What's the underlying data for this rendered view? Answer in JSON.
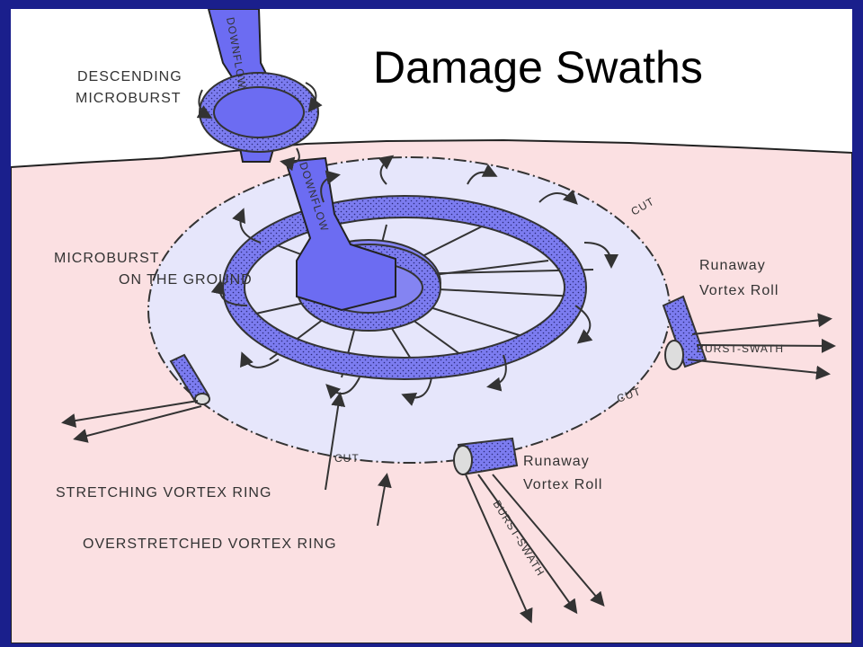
{
  "slide": {
    "title": "Damage Swaths",
    "colors": {
      "border": "#1a1f8c",
      "sky": "#ffffff",
      "ground": "#fbe0e2",
      "outflow": "#e6e6fb",
      "ring": "#7c7cf0",
      "downflow": "#6c6cf2"
    }
  },
  "labels": {
    "descending": "DESCENDING",
    "microburst": "MICROBURST",
    "microburst_ground_1": "MICROBURST",
    "microburst_ground_2": "ON THE GROUND",
    "downflow_top": "DOWNFLOW",
    "downflow_main": "DOWNFLOW",
    "cut_1": "CUT",
    "cut_2": "CUT",
    "cut_3": "CUT",
    "runaway_right_1": "Runaway",
    "runaway_right_2": "Vortex Roll",
    "runaway_bottom_1": "Runaway",
    "runaway_bottom_2": "Vortex Roll",
    "burst_swath_right": "BURST-SWATH",
    "burst_swath_bottom": "BURST-SWATH",
    "stretching_ring": "STRETCHING VORTEX RING",
    "overstretched_ring": "OVERSTRETCHED VORTEX RING"
  }
}
